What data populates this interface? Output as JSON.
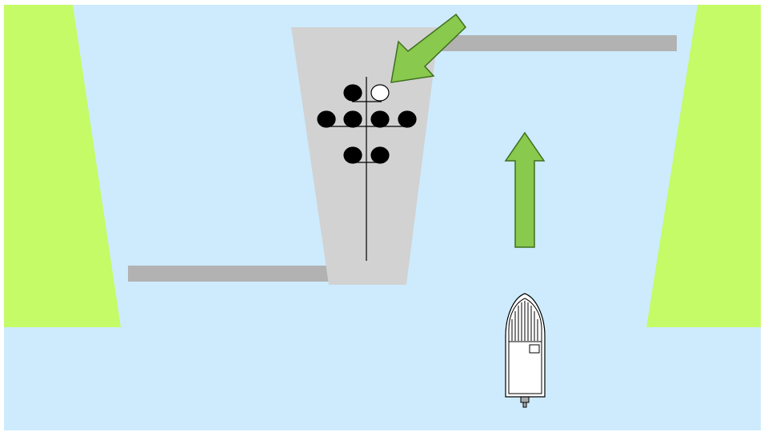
{
  "colors": {
    "background": "#ffffff",
    "water": "#cdebfd",
    "bank": "#c4fb67",
    "jetty": "#b2b2b2",
    "pier": "#d2d2d2",
    "arrow_fill": "#88c94e",
    "arrow_stroke": "#3f6f1d",
    "light_on": "#000000",
    "light_off": "#ffffff",
    "boat_hull": "#ffffff",
    "boat_outline": "#000000",
    "motor": "#a9a9a9"
  },
  "signal_lights": {
    "rows": [
      [
        "on",
        "off"
      ],
      [
        "on",
        "on",
        "on",
        "on"
      ],
      [
        "on",
        "on"
      ]
    ]
  },
  "arrows": [
    {
      "name": "pointer-arrow",
      "icon": "diagonal-arrow-icon",
      "points_to": "white-signal-light"
    },
    {
      "name": "direction-arrow",
      "icon": "up-arrow-icon",
      "direction": "upstream"
    }
  ],
  "boat": {
    "icon": "motorboat-icon",
    "heading": "up"
  }
}
